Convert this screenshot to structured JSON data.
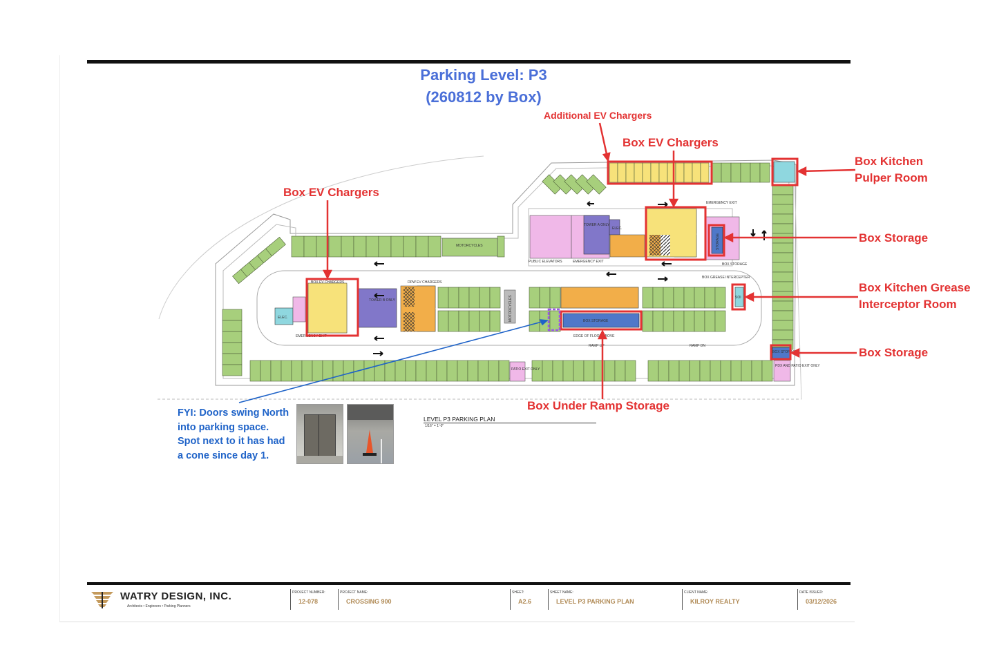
{
  "header": {
    "title": "Parking Level:  P3",
    "subtitle": "(260812 by Box)"
  },
  "annotations": {
    "additional_ev": "Additional EV Chargers",
    "box_ev_top": "Box EV Chargers",
    "box_ev_left": "Box EV Chargers",
    "kitchen_pulper_1": "Box Kitchen",
    "kitchen_pulper_2": "Pulper Room",
    "box_storage_1": "Box Storage",
    "grease_1": "Box Kitchen Grease",
    "grease_2": "Interceptor Room",
    "box_storage_2": "Box Storage",
    "under_ramp": "Box Under Ramp Storage"
  },
  "fyi": {
    "line1": "FYI: Doors swing North",
    "line2": "into parking space.",
    "line3": "Spot next to it has had",
    "line4": "a cone since day 1."
  },
  "plan_labels": {
    "motorcycles_top": "MOTORCYCLES",
    "motorcycles_mid": "MOTORCYCLES",
    "tower_a": "TOWER A ONLY",
    "tower_b": "TOWER B ONLY",
    "elec_1": "ELEC.",
    "elec_2": "ELEC.",
    "public_elevators": "PUBLIC ELEVATORS",
    "emergency_exit_1": "EMERGENCY EXIT",
    "emergency_exit_2": "EMERGENCY EXIT",
    "emergency_exit_3": "EMERGENCY EXIT",
    "storage_vertical": "STORAGE",
    "box_storage_small": "BOX STORAGE",
    "box_grease_interceptor": "BOX GREASE INTERCEPTER",
    "soi": "SOI",
    "box_ev_chargers_small": "BOX EV CHARGERS",
    "dpw_ev_chargers": "DPW EV CHARGERS",
    "box_storage_center": "BOX STORAGE",
    "edge_of_floor": "EDGE OF FLOOR ABOVE",
    "ramp_up": "RAMP UP",
    "ramp_dn": "RAMP DN",
    "box_storage_corner": "BOX STORAGE",
    "pdx_patio": "PDX AND PATIO EXIT ONLY",
    "patio_exit": "PATIO EXIT ONLY"
  },
  "plan": {
    "title": "LEVEL P3 PARKING PLAN",
    "scale": "1/16\" = 1'-0\""
  },
  "titleblock": {
    "company": "WATRY DESIGN, INC.",
    "company_sub": "Architects  •  Engineers  •  Parking Planners",
    "project_number_label": "PROJECT NUMBER:",
    "project_number": "12-078",
    "project_name_label": "PROJECT NAME:",
    "project_name": "CROSSING 900",
    "sheet_label": "SHEET:",
    "sheet": "A2.6",
    "sheet_name_label": "SHEET NAME:",
    "sheet_name": "LEVEL P3 PARKING PLAN",
    "client_label": "CLIENT NAME:",
    "client": "KILROY REALTY",
    "date_label": "DATE ISSUED:",
    "date": "03/12/2026"
  },
  "colors": {
    "stall_green": "#a7cf7c",
    "ev_yellow": "#f7e27a",
    "orange": "#f2ae49",
    "tower_purple": "#8177c9",
    "pink": "#f0b8e8",
    "storage_blue": "#4f78c9",
    "cyan": "#8fd7df",
    "annot_red": "#e33232",
    "fyi_blue": "#1f63c8",
    "title_blue": "#4a6fd8"
  }
}
